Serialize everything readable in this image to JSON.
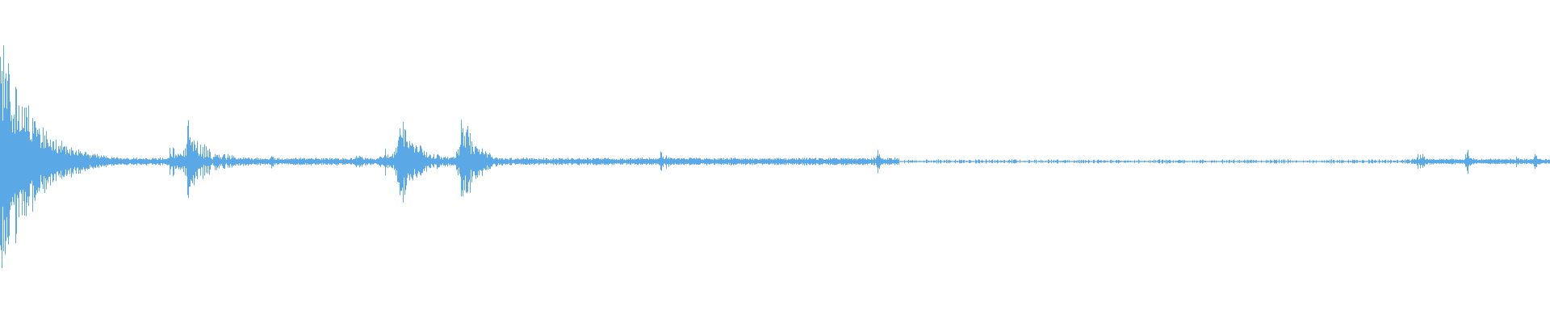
{
  "waveform": {
    "color": "#5aa9e6",
    "background": "#ffffff",
    "bursts": [
      {
        "t": 0.0,
        "amp": 0.37,
        "decay": 0.022,
        "noise": 0.6
      },
      {
        "t": 0.11,
        "amp": 0.06,
        "decay": 0.006,
        "noise": 0.8
      },
      {
        "t": 0.121,
        "amp": 0.14,
        "decay": 0.004,
        "noise": 0.7
      },
      {
        "t": 0.122,
        "amp": 0.08,
        "decay": 0.02,
        "noise": 0.9
      },
      {
        "t": 0.175,
        "amp": 0.02,
        "decay": 0.003,
        "noise": 0.9
      },
      {
        "t": 0.23,
        "amp": 0.04,
        "decay": 0.004,
        "noise": 0.9
      },
      {
        "t": 0.248,
        "amp": 0.06,
        "decay": 0.012,
        "noise": 0.9
      },
      {
        "t": 0.258,
        "amp": 0.16,
        "decay": 0.008,
        "noise": 0.7
      },
      {
        "t": 0.259,
        "amp": 0.1,
        "decay": 0.016,
        "noise": 0.9
      },
      {
        "t": 0.298,
        "amp": 0.15,
        "decay": 0.01,
        "noise": 0.7
      },
      {
        "t": 0.425,
        "amp": 0.05,
        "decay": 0.006,
        "noise": 0.8
      },
      {
        "t": 0.455,
        "amp": 0.01,
        "decay": 0.004,
        "noise": 0.9
      },
      {
        "t": 0.566,
        "amp": 0.05,
        "decay": 0.002,
        "noise": 0.8
      },
      {
        "t": 0.915,
        "amp": 0.035,
        "decay": 0.006,
        "noise": 0.9
      },
      {
        "t": 0.935,
        "amp": 0.01,
        "decay": 0.01,
        "noise": 0.9
      },
      {
        "t": 0.946,
        "amp": 0.045,
        "decay": 0.004,
        "noise": 0.8
      },
      {
        "t": 0.978,
        "amp": 0.02,
        "decay": 0.002,
        "noise": 0.9
      },
      {
        "t": 0.99,
        "amp": 0.03,
        "decay": 0.003,
        "noise": 0.9
      }
    ],
    "floor_segments": [
      {
        "from": 0.0,
        "to": 0.58,
        "level": 0.008,
        "dotted": false
      },
      {
        "from": 0.58,
        "to": 0.91,
        "level": 0.004,
        "dotted": true
      },
      {
        "from": 0.91,
        "to": 1.0,
        "level": 0.006,
        "dotted": false
      }
    ]
  }
}
